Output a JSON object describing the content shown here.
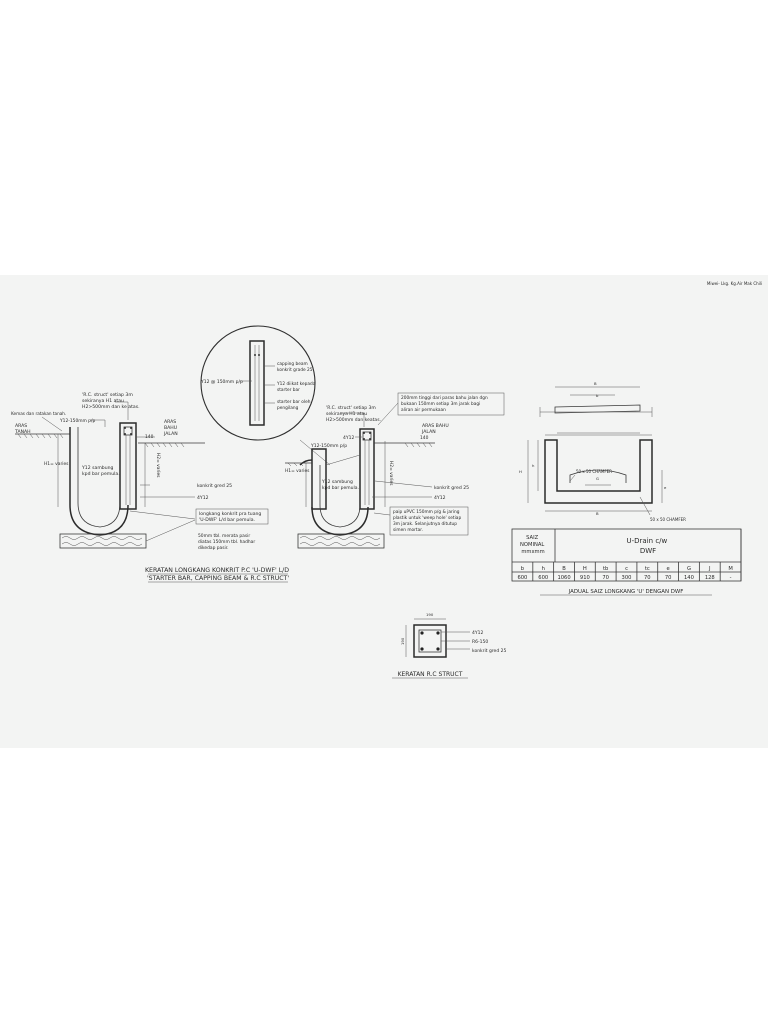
{
  "sheet": {
    "corner_note": "Miwei- Lkg. Kg.Air Mak Chili"
  },
  "left_section": {
    "notes": {
      "rc_struct_spacing": [
        "'R.C. struct' setiap 3m",
        "sekiranya H1 atau",
        "H2>500mm dan ke atas."
      ],
      "rumput": "Kemas dan ratakan tanah.",
      "aras_tanah": [
        "ARAS",
        "TANAH"
      ],
      "y12_spacing": "Y12-150mm p/p",
      "dim_140": "140",
      "aras_bahu_jalan": [
        "ARAS",
        "BAHU",
        "JALAN"
      ],
      "h1_varies": "H1= varies",
      "h2_varies": "H2= varies",
      "y12_sambung": [
        "Y12 sambung",
        "kpd bar pemula."
      ],
      "konkrit_gred": "konkrit gred 25",
      "bar_4y12": "4Y12",
      "longkang": [
        "longkang konkrit pra tuang",
        "'U-DWF' L/d bar pemula."
      ],
      "pasir": [
        "50mm tbl. merata pasir",
        "diatas 150mm tbl. hadhar",
        "dikedap pasir."
      ]
    },
    "caption": [
      "KERATAN LONGKANG KONKRIT P.C 'U-DWF' L/D",
      "'STARTER BAR, CAPPING BEAM & R.C STRUCT'"
    ]
  },
  "detail_circle": {
    "y12_spacing": "Y12 @ 150mm p/p",
    "capping_beam": [
      "capping beam",
      "konkrit grade 25"
    ],
    "y12_diikat": [
      "Y12 diikat kepada",
      "starter bar"
    ],
    "starter_bar": [
      "starter bar oleh",
      "pengilang"
    ]
  },
  "mid_section": {
    "notes": {
      "rc_struct": [
        "'R.C. struct' setiap 3m",
        "sekiranya H1 atau",
        "H2>500mm dan keatas."
      ],
      "bukaan": [
        "200mm tinggi dari paras bahu jalan dgn",
        "bukaan 150mm setiap 3m jarak bagi",
        "aliran air permukaan"
      ],
      "bar_4y12_top": "4Y12",
      "y12_150": "Y12-150mm p/p",
      "h1_varies": "H1= varies",
      "h2_varies": "H2= varies",
      "aras_bahu_jalan": [
        "ARAS BAHU",
        "JALAN"
      ],
      "dim_140": "140",
      "y12_sambung": [
        "Y12 sambung",
        "kpd bar pemula."
      ],
      "konkrit_gred": "konkrit gred 25",
      "bar_4y12": "4Y12",
      "paip": [
        "paip uPVC 150mm p/g & jaring",
        "plastik untuk 'weep hole' setiap",
        "3m jarak. Selanjutnya ditutup",
        "simen mortar."
      ]
    }
  },
  "right_section": {
    "labels": {
      "chamfer_top": "50 x 50 CHAMFER",
      "chamfer_bottom": "50 x 50 CHAMFER"
    },
    "table": {
      "saiz_header": [
        "SAIZ",
        "NOMINAL",
        "mmxmm"
      ],
      "group_header": [
        "U-Drain c/w",
        "DWF"
      ],
      "columns": [
        "b",
        "h",
        "B",
        "H",
        "tb",
        "c",
        "tc",
        "e",
        "G",
        "J",
        "M"
      ],
      "values": [
        "600",
        "600",
        "1060",
        "910",
        "70",
        "300",
        "70",
        "70",
        "140",
        "128",
        "-"
      ]
    },
    "caption": "JADUAL SAIZ LONGKANG 'U' DENGAN DWF"
  },
  "rc_struct": {
    "dim_top": "190",
    "dim_side": "190",
    "bar_4y12": "4Y12",
    "r6": "R6-150",
    "konkrit": "konkrit gred 25",
    "caption": "KERATAN R.C STRUCT"
  }
}
